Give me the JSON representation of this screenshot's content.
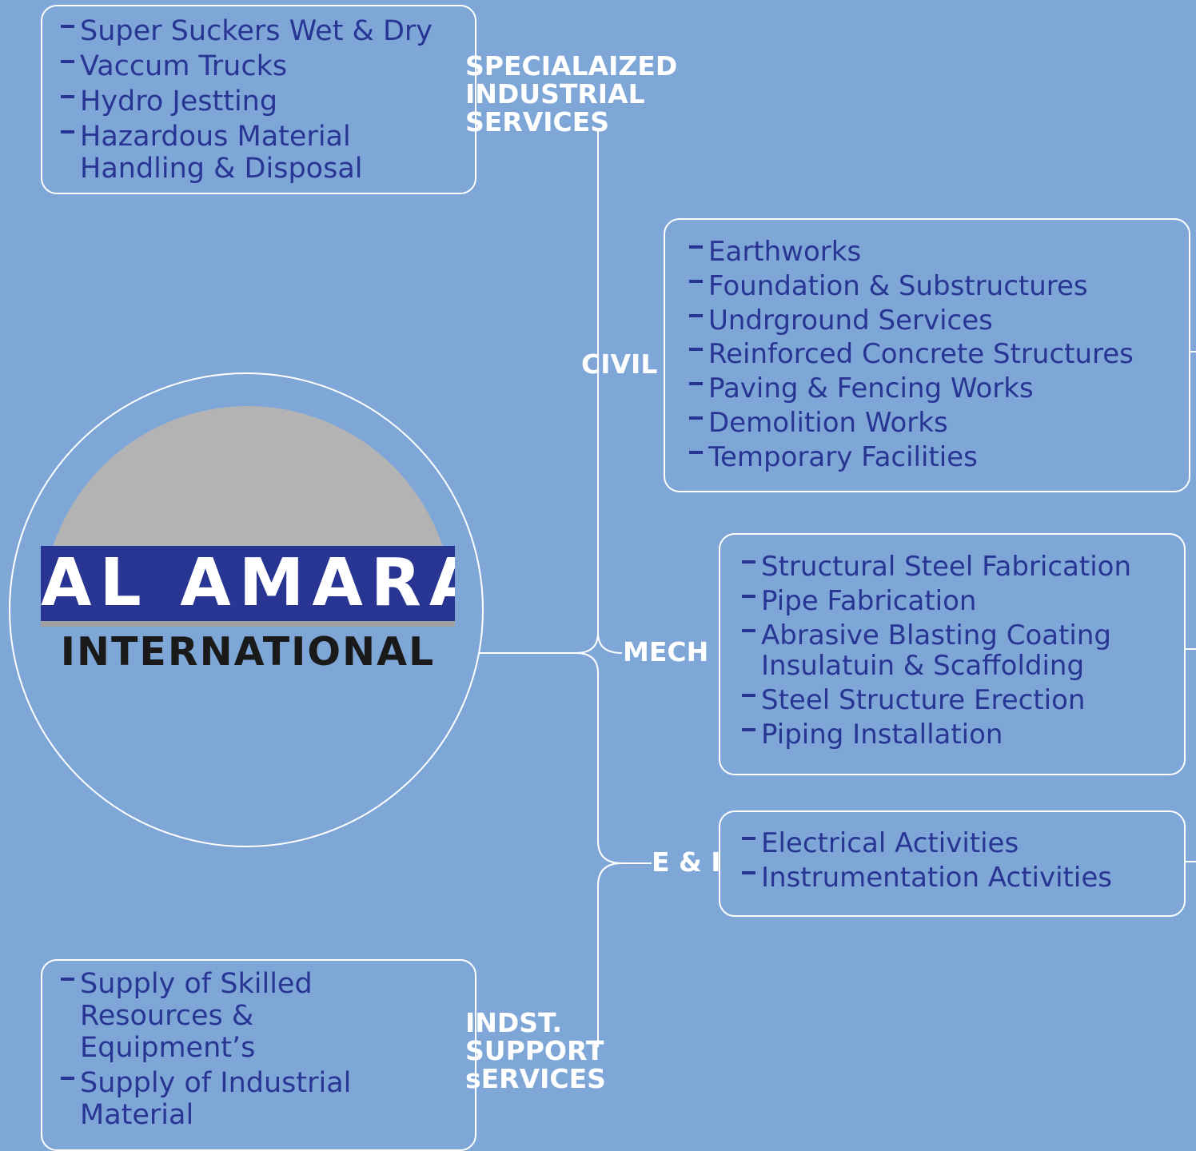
{
  "logo": {
    "line1": "AL AMARA",
    "line2": "INTERNATIONAL"
  },
  "categories": {
    "specialized": {
      "label": "SPECIALAIZED INDUSTRIAL SERVICES",
      "items": [
        "Super Suckers Wet & Dry",
        "Vaccum Trucks",
        "Hydro Jestting",
        "Hazardous Material Handling & Disposal"
      ]
    },
    "civil": {
      "label": "CIVIL",
      "items": [
        "Earthworks",
        "Foundation & Substructures",
        "Undrground Services",
        "Reinforced Concrete Structures",
        "Paving & Fencing Works",
        "Demolition Works",
        "Temporary Facilities"
      ]
    },
    "mech": {
      "label": "MECH",
      "items": [
        "Structural Steel Fabrication",
        "Pipe Fabrication",
        "Abrasive Blasting Coating Insulatuin & Scaffolding",
        "Steel Structure Erection",
        "Piping Installation"
      ]
    },
    "ei": {
      "label": "E & I",
      "items": [
        "Electrical Activities",
        "Instrumentation Activities"
      ]
    },
    "support": {
      "label": "INDST. SUPPORT sERVICES",
      "items": [
        "Supply of Skilled Resources & Equipment’s",
        "Supply of Industrial Material"
      ]
    }
  },
  "colors": {
    "background": "#7ea7d8",
    "item_text": "#283593",
    "label_text": "#ffffff",
    "line": "#ffffff"
  }
}
